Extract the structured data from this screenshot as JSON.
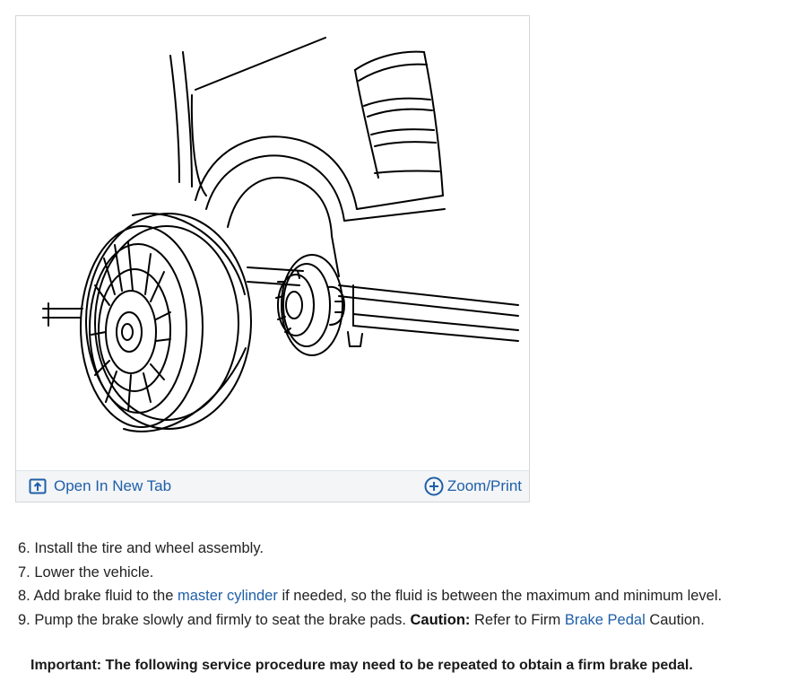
{
  "figure": {
    "open_tab_label": "Open In New Tab",
    "zoom_label": "Zoom/Print"
  },
  "steps": [
    {
      "number": "6.",
      "text": "Install the tire and wheel assembly."
    },
    {
      "number": "7.",
      "text": "Lower the vehicle."
    },
    {
      "number": "8.",
      "text_before": "Add brake fluid to the",
      "link": "master cylinder",
      "text_after": "if needed, so the fluid is between the maximum and minimum level."
    },
    {
      "number": "9.",
      "text_before": "Pump the brake slowly and firmly to seat the brake pads.",
      "caution_label": "Caution:",
      "text_mid": "Refer to Firm",
      "link": "Brake Pedal",
      "text_after": "Caution."
    }
  ],
  "important_note": "Important: The following service procedure may need to be repeated to obtain a firm brake pedal.",
  "colors": {
    "link": "#1f5fa8",
    "toolbar_bg": "#f3f5f7",
    "border": "#d2d6da"
  }
}
